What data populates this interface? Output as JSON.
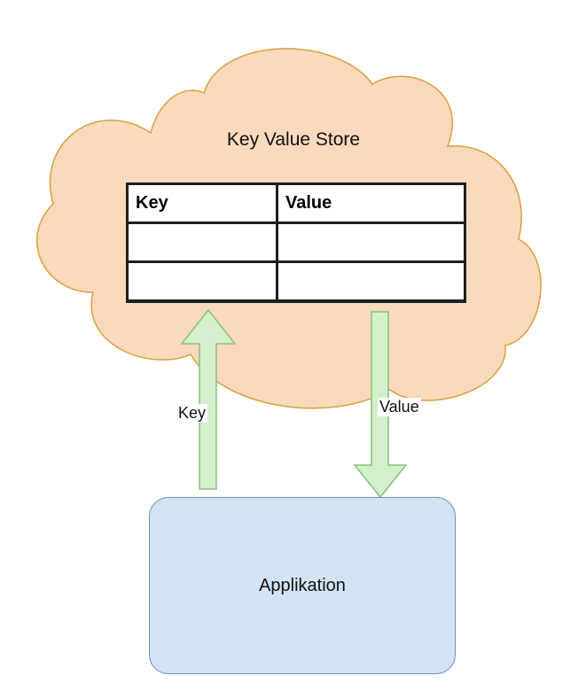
{
  "cloud": {
    "title": "Key Value Store",
    "fill": "#fad9bd",
    "stroke": "#d9a13d"
  },
  "table": {
    "headers": [
      "Key",
      "Value"
    ],
    "rows": [
      [
        "",
        ""
      ],
      [
        "",
        ""
      ]
    ]
  },
  "arrows": {
    "key_label": "Key",
    "value_label": "Value",
    "fill": "#d4efcc",
    "stroke": "#86c37a"
  },
  "app": {
    "label": "Applikation",
    "fill": "#d2e3f3",
    "stroke": "#6b8ec0"
  }
}
